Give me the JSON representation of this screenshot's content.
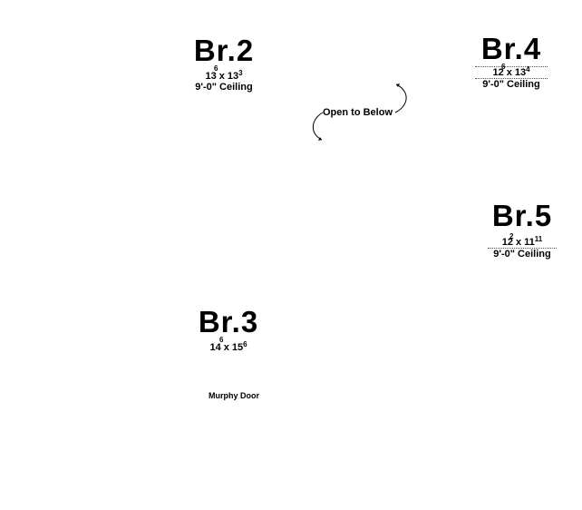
{
  "rooms": {
    "br2": {
      "name": "Br.2",
      "dim_a": "13",
      "dim_a_sup": "6",
      "dim_b": "13",
      "dim_b_sup": "3",
      "x": "x",
      "ceiling": "9'-0\" Ceiling"
    },
    "br4": {
      "name": "Br.4",
      "dim_a": "12",
      "dim_a_sup": "6",
      "dim_b": "13",
      "dim_b_sup": "4",
      "x": "x",
      "ceiling": "9'-0\" Ceiling"
    },
    "br5": {
      "name": "Br.5",
      "dim_a": "12",
      "dim_a_sup": "2",
      "dim_b": "11",
      "dim_b_sup": "11",
      "x": "x",
      "ceiling": "9'-0\" Ceiling"
    },
    "br3": {
      "name": "Br.3",
      "dim_a": "14",
      "dim_a_sup": "6",
      "dim_b": "15",
      "dim_b_sup": "6",
      "x": "x"
    }
  },
  "labels": {
    "open_to_below": "Open to Below",
    "murphy_door": "Murphy Door"
  },
  "colors": {
    "text": "#000000",
    "background": "#ffffff"
  }
}
